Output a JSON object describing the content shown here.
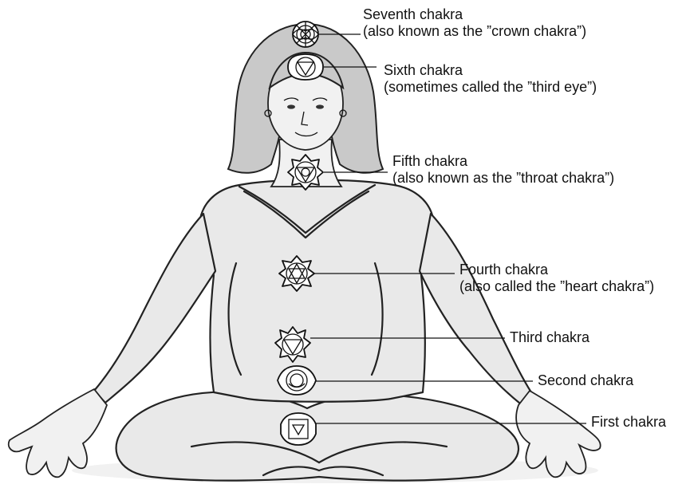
{
  "labels": {
    "seventh": {
      "title": "Seventh chakra",
      "sub": "(also known as the ”crown chakra”)"
    },
    "sixth": {
      "title": "Sixth chakra",
      "sub": "(sometimes called the ”third eye”)"
    },
    "fifth": {
      "title": "Fifth chakra",
      "sub": "(also known as the ”throat chakra”)"
    },
    "fourth": {
      "title": "Fourth chakra",
      "sub": "(also called the ”heart chakra”)"
    },
    "third": {
      "title": "Third chakra"
    },
    "second": {
      "title": "Second chakra"
    },
    "first": {
      "title": "First chakra"
    }
  },
  "icons": {
    "figure": "seated-meditating-woman-illustration",
    "seventh": "lotus-crown-icon",
    "sixth": "triangle-in-petals-icon",
    "fifth": "circle-in-triangle-icon",
    "fourth": "hexagram-icon",
    "third": "inverted-triangle-icon",
    "second": "crescent-circle-icon",
    "first": "square-with-triangle-icon"
  },
  "colors": {
    "line": "#111111",
    "body": "#e9e9e9",
    "hair": "#c9c9c9",
    "background": "#ffffff"
  }
}
